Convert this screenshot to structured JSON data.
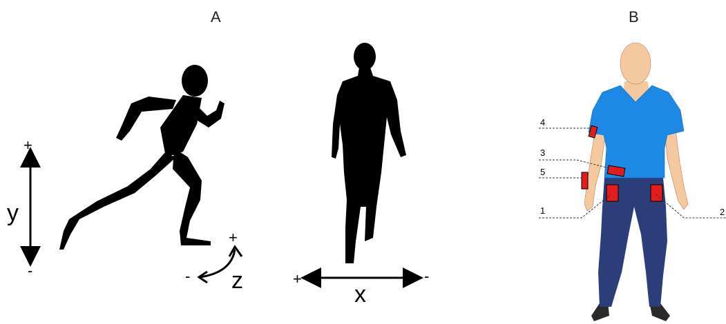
{
  "panels": {
    "a": {
      "label": "A"
    },
    "b": {
      "label": "B"
    }
  },
  "axes": {
    "y": {
      "name": "y",
      "plus": "+",
      "minus": "-"
    },
    "z": {
      "name": "z",
      "plus": "+",
      "minus": "-"
    },
    "x": {
      "name": "x",
      "plus": "+",
      "minus": "-"
    }
  },
  "sensors": [
    {
      "number": "1",
      "location": "right hip front"
    },
    {
      "number": "2",
      "location": "left hip front"
    },
    {
      "number": "3",
      "location": "waist belt"
    },
    {
      "number": "4",
      "location": "right upper arm"
    },
    {
      "number": "5",
      "location": "right wrist"
    }
  ],
  "colors": {
    "silhouette": "#000000",
    "shirt": "#1e88e5",
    "pants": "#2c3e7a",
    "skin": "#f5c9a0",
    "sensor": "#e41c1c",
    "shoes": "#2a2a2a"
  }
}
